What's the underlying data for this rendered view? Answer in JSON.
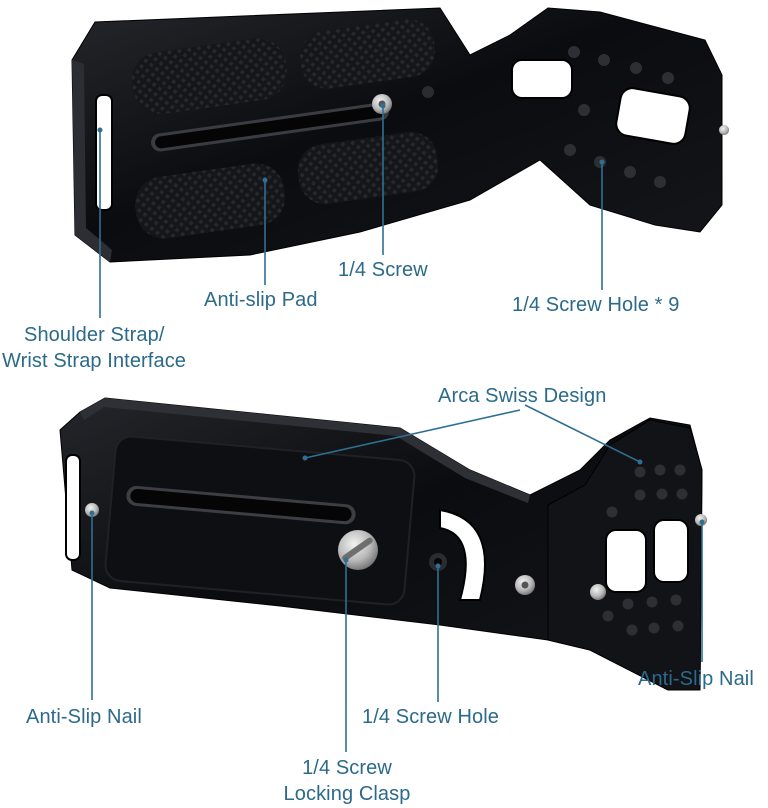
{
  "colors": {
    "metal": "#0c0d10",
    "metal_highlight": "#2a2c31",
    "callout_text": "#2b6a8a",
    "leader_line": "#2f6f92",
    "background": "#ffffff"
  },
  "callouts": {
    "quarter_screw": "1/4 Screw",
    "anti_slip_pad": "Anti-slip Pad",
    "screw_hole_9": "1/4 Screw Hole * 9",
    "shoulder_strap_line1": "Shoulder Strap/",
    "shoulder_strap_line2": "Wrist Strap Interface",
    "arca_swiss": "Arca Swiss Design",
    "anti_slip_nail_left": "Anti-Slip Nail",
    "anti_slip_nail_right": "Anti-Slip Nail",
    "screw_hole": "1/4 Screw Hole",
    "locking_clasp_line1": "1/4 Screw",
    "locking_clasp_line2": "Locking Clasp"
  }
}
